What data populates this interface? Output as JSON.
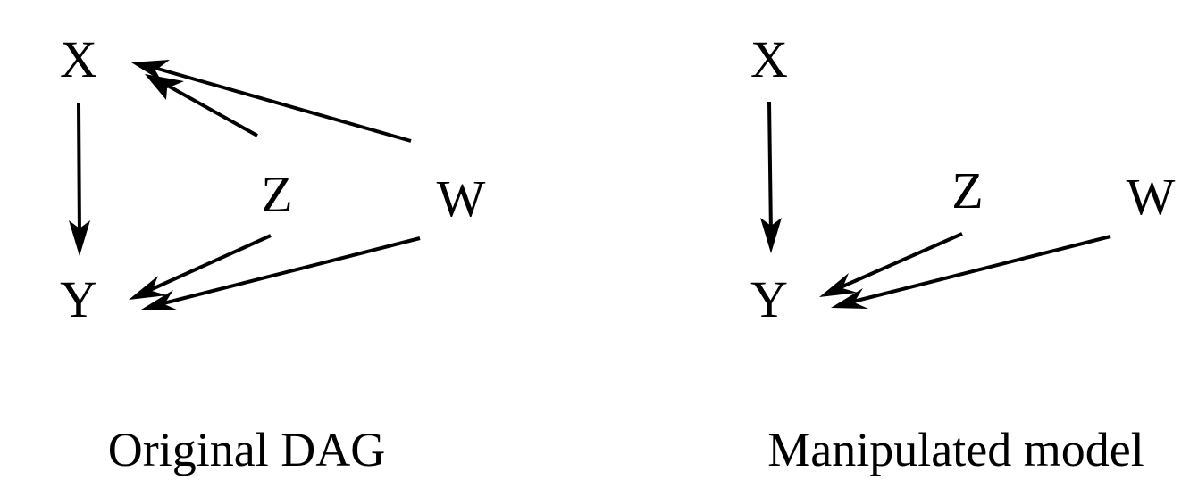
{
  "diagrams": [
    {
      "caption": "Original DAG",
      "nodes": [
        {
          "id": "X",
          "label": "X"
        },
        {
          "id": "Y",
          "label": "Y"
        },
        {
          "id": "Z",
          "label": "Z"
        },
        {
          "id": "W",
          "label": "W"
        }
      ],
      "edges": [
        {
          "from": "X",
          "to": "Y"
        },
        {
          "from": "Z",
          "to": "X"
        },
        {
          "from": "W",
          "to": "X"
        },
        {
          "from": "Z",
          "to": "Y"
        },
        {
          "from": "W",
          "to": "Y"
        }
      ]
    },
    {
      "caption": "Manipulated model",
      "nodes": [
        {
          "id": "X",
          "label": "X"
        },
        {
          "id": "Y",
          "label": "Y"
        },
        {
          "id": "Z",
          "label": "Z"
        },
        {
          "id": "W",
          "label": "W"
        }
      ],
      "edges": [
        {
          "from": "X",
          "to": "Y"
        },
        {
          "from": "Z",
          "to": "Y"
        },
        {
          "from": "W",
          "to": "Y"
        }
      ]
    }
  ]
}
